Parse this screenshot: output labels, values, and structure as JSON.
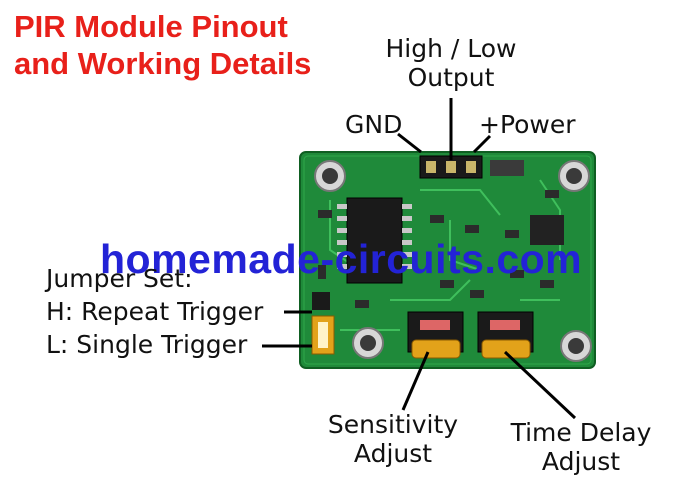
{
  "title": {
    "line1": "PIR Module Pinout",
    "line2": "and Working Details"
  },
  "labels": {
    "output_line1": "High / Low",
    "output_line2": "Output",
    "gnd": "GND",
    "power": "+Power",
    "jumper_set": "Jumper Set:",
    "repeat_trigger": "H: Repeat Trigger",
    "single_trigger": "L: Single Trigger",
    "sensitivity_line1": "Sensitivity",
    "sensitivity_line2": "Adjust",
    "time_delay_line1": "Time Delay",
    "time_delay_line2": "Adjust"
  },
  "watermark": "homemade-circuits.com",
  "colors": {
    "title": "#e8201a",
    "pcb": "#1f8a3a",
    "watermark": "#2323d6",
    "potentiometer": "#e2a21a"
  }
}
